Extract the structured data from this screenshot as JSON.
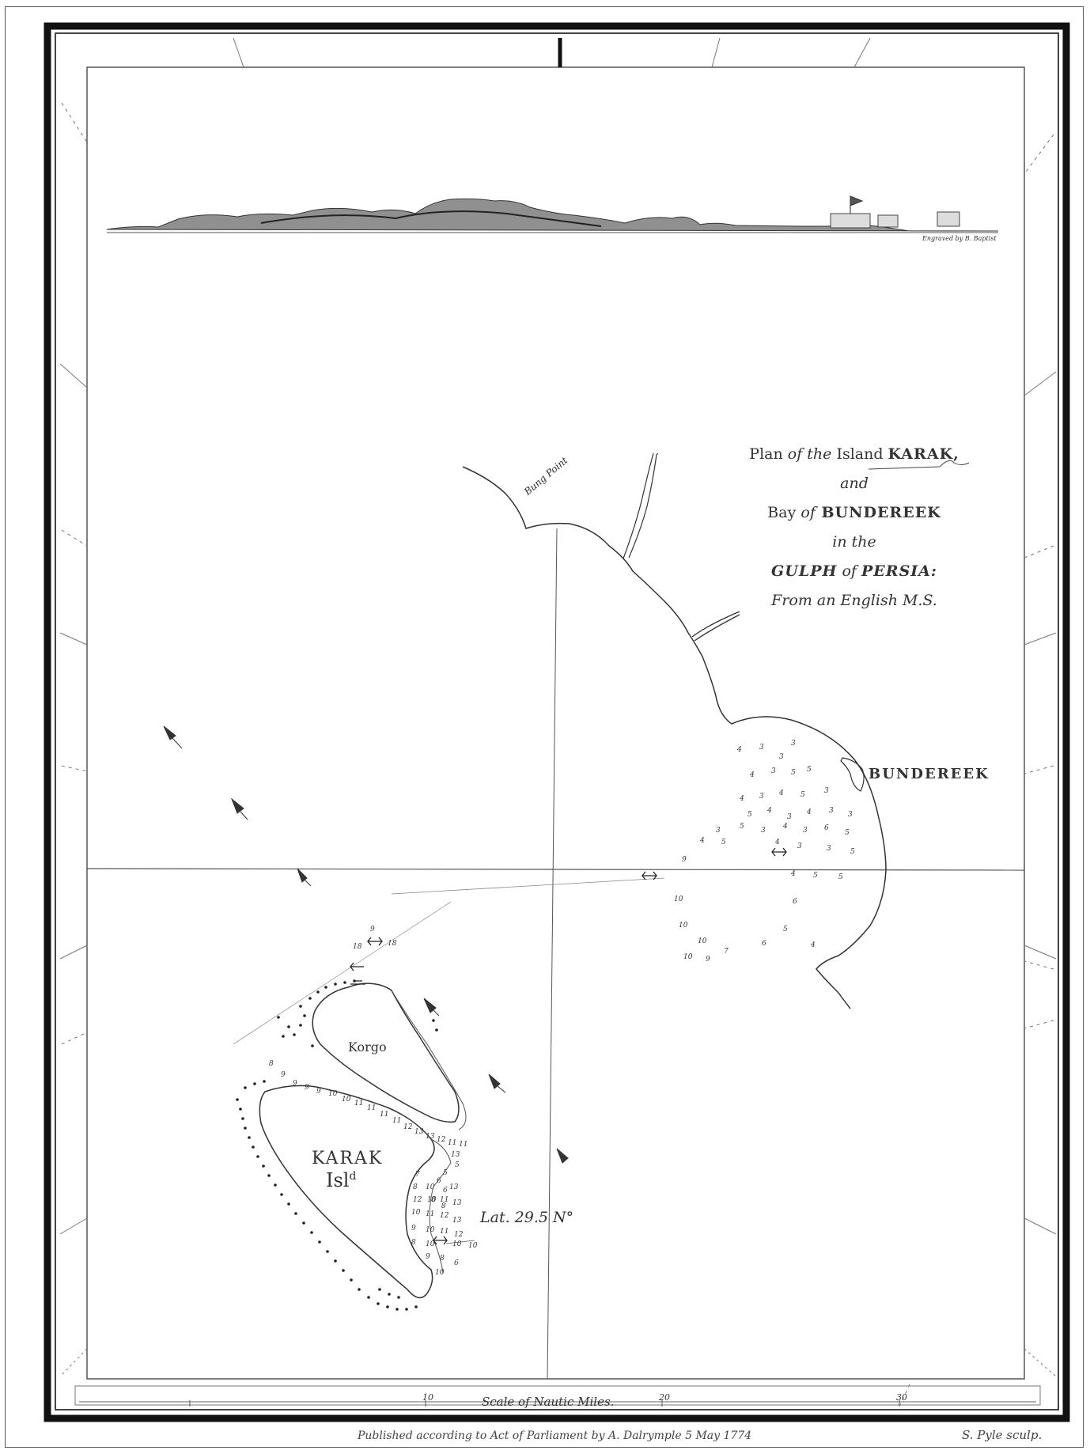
{
  "title": {
    "line1_a": "Plan ",
    "line1_b": "of the",
    "line1_c": " Island ",
    "line1_d": "KARAK,",
    "line2": "and",
    "line3_a": "Bay ",
    "line3_b": "of",
    "line3_c": " BUNDEREEK",
    "line4": "in the",
    "line5_a": "GULPH",
    "line5_b": " of ",
    "line5_c": "PERSIA:",
    "line6": "From an English M.S."
  },
  "labels": {
    "engraved": "Engraved by B. Baptist",
    "bung_point": "Bung Point",
    "bundereek": "BUNDEREEK",
    "korgo": "Korgo",
    "karak": "KARAK",
    "island_abbr": "Isl",
    "island_sup": "d",
    "latitude": "Lat. 29.5 N°",
    "scale": "Scale of Nautic Miles.",
    "scale_ticks": [
      "10",
      "20",
      "30"
    ],
    "publication": "Published according to Act of Parliament by A. Dalrymple 5 May 1774",
    "engraver": "S. Pyle sculp."
  },
  "soundings": {
    "bay": [
      "4",
      "3",
      "3",
      "3",
      "4",
      "3",
      "5",
      "5",
      "4",
      "3",
      "4",
      "5",
      "3",
      "5",
      "4",
      "3",
      "4",
      "3",
      "3",
      "3",
      "5",
      "3",
      "4",
      "3",
      "6",
      "5",
      "4",
      "5",
      "4",
      "3",
      "3",
      "5",
      "4",
      "5",
      "5",
      "9",
      "6",
      "10",
      "10",
      "10",
      "7",
      "10",
      "9",
      "6",
      "5",
      "4"
    ],
    "anchorage": [
      "9",
      "18",
      "18"
    ],
    "channel": [
      "8",
      "9",
      "9",
      "9",
      "9",
      "10",
      "10",
      "11",
      "11",
      "11",
      "11",
      "12",
      "13",
      "13",
      "12",
      "11",
      "11",
      "13",
      "5",
      "5",
      "6",
      "6",
      "8",
      "8"
    ],
    "karak_east": [
      "7",
      "8",
      "10",
      "13",
      "12",
      "10",
      "11",
      "13",
      "10",
      "11",
      "12",
      "13",
      "9",
      "10",
      "11",
      "12",
      "8",
      "10",
      "10",
      "10",
      "9",
      "8",
      "6",
      "10"
    ]
  },
  "colors": {
    "ink": "#2a2a2a",
    "frame": "#1a1a1a",
    "paper": "#ffffff"
  }
}
